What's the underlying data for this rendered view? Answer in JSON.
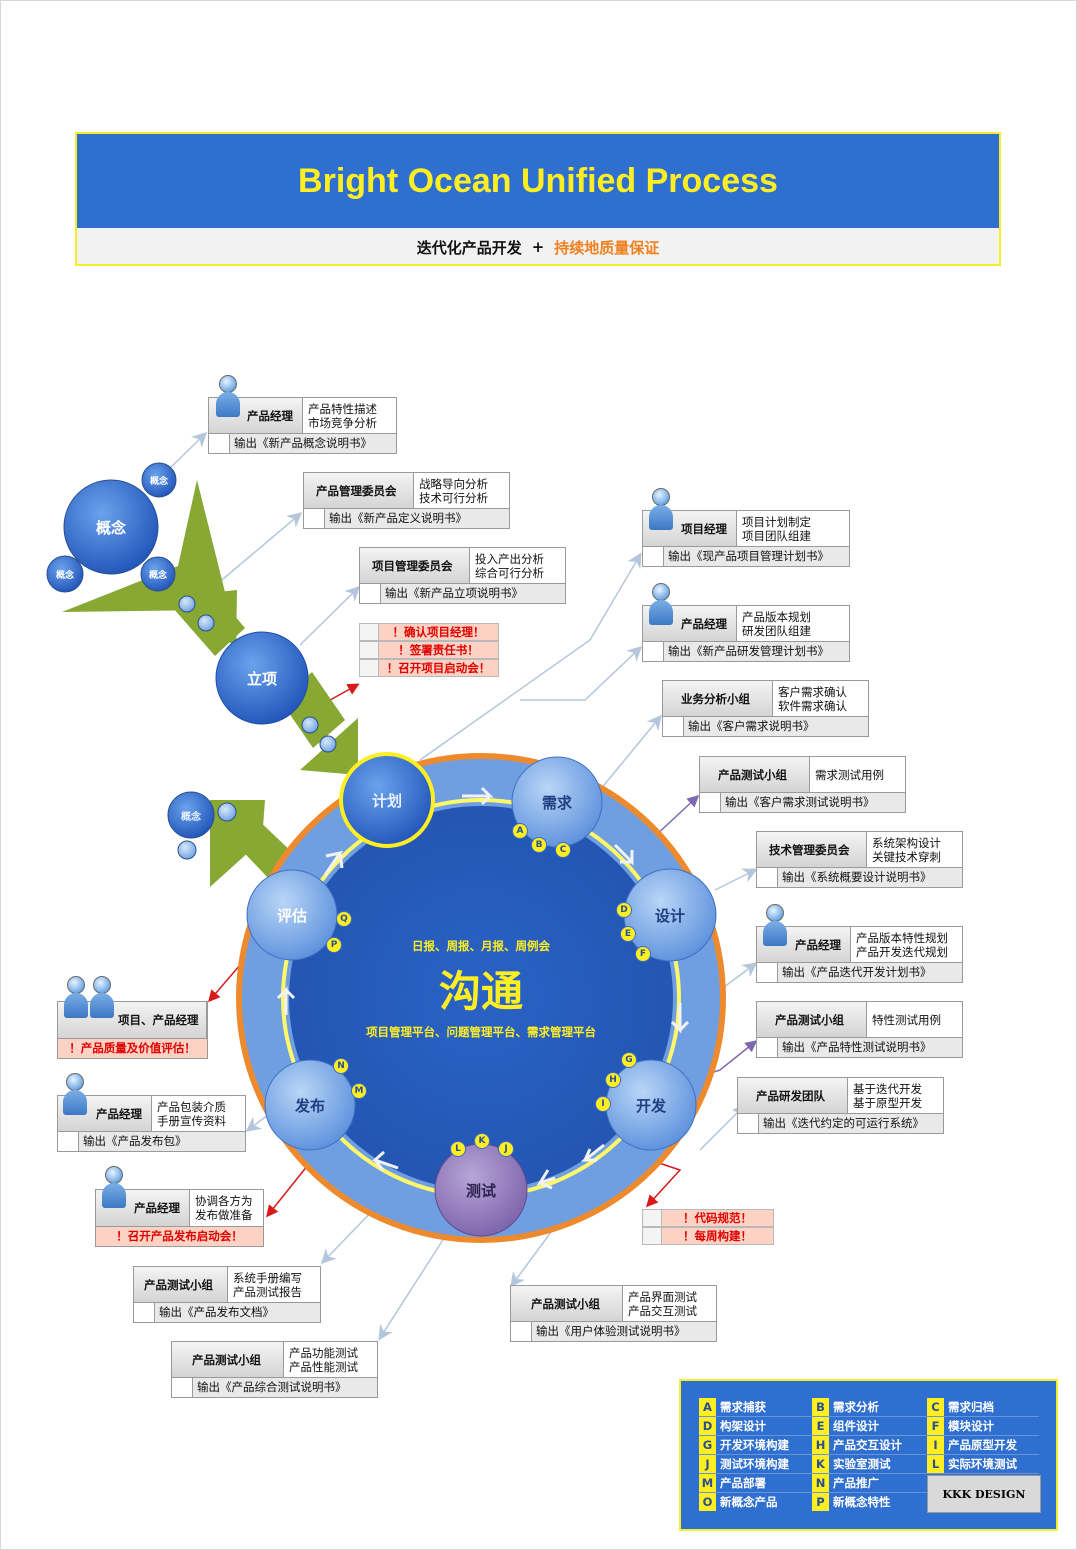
{
  "banner": {
    "title": "Bright Ocean Unified Process",
    "subtitle_left": "迭代化产品开发",
    "plus": "+",
    "subtitle_right": "持续地质量保证"
  },
  "nodes": {
    "concept_main": "概念",
    "concept_small_1": "概念",
    "concept_small_2": "概念",
    "concept_small_3": "概念",
    "initiation": "立项",
    "plan": "计划",
    "requirement": "需求",
    "design": "设计",
    "develop": "开发",
    "test": "测试",
    "release": "发布",
    "evaluate": "评估",
    "concept_return": "概念"
  },
  "center": {
    "reports": "日报、周报、月报、周例会",
    "title": "沟通",
    "platforms": "项目管理平台、问题管理平台、需求管理平台"
  },
  "badges": [
    "A",
    "B",
    "C",
    "D",
    "E",
    "F",
    "G",
    "H",
    "I",
    "J",
    "K",
    "L",
    "M",
    "N",
    "P",
    "Q"
  ],
  "cards": [
    {
      "role": "产品经理",
      "desc": [
        "产品特性描述",
        "市场竞争分析"
      ],
      "output": "输出《新产品概念说明书》"
    },
    {
      "role": "产品管理委员会",
      "desc": [
        "战略导向分析",
        "技术可行分析"
      ],
      "output": "输出《新产品定义说明书》"
    },
    {
      "role": "项目管理委员会",
      "desc": [
        "投入产出分析",
        "综合可行分析"
      ],
      "output": "输出《新产品立项说明书》"
    },
    {
      "role": "项目经理",
      "desc": [
        "项目计划制定",
        "项目团队组建"
      ],
      "output": "输出《现产品项目管理计划书》"
    },
    {
      "role": "产品经理",
      "desc": [
        "产品版本规划",
        "研发团队组建"
      ],
      "output": "输出《新产品研发管理计划书》"
    },
    {
      "role": "业务分析小组",
      "desc": [
        "客户需求确认",
        "软件需求确认"
      ],
      "output": "输出《客户需求说明书》"
    },
    {
      "role": "产品测试小组",
      "desc": [
        "需求测试用例"
      ],
      "output": "输出《客户需求测试说明书》"
    },
    {
      "role": "技术管理委员会",
      "desc": [
        "系统架构设计",
        "关键技术穿刺"
      ],
      "output": "输出《系统概要设计说明书》"
    },
    {
      "role": "产品经理",
      "desc": [
        "产品版本特性规划",
        "产品开发迭代规划"
      ],
      "output": "输出《产品迭代开发计划书》"
    },
    {
      "role": "产品测试小组",
      "desc": [
        "特性测试用例"
      ],
      "output": "输出《产品特性测试说明书》"
    },
    {
      "role": "产品研发团队",
      "desc": [
        "基于迭代开发",
        "基于原型开发"
      ],
      "output": "输出《迭代约定的可运行系统》"
    },
    {
      "role": "产品测试小组",
      "desc": [
        "产品界面测试",
        "产品交互测试"
      ],
      "output": "输出《用户体验测试说明书》"
    },
    {
      "role": "产品测试小组",
      "desc": [
        "产品功能测试",
        "产品性能测试"
      ],
      "output": "输出《产品综合测试说明书》"
    },
    {
      "role": "产品测试小组",
      "desc": [
        "系统手册编写",
        "产品测试报告"
      ],
      "output": "输出《产品发布文档》"
    },
    {
      "role": "产品经理",
      "desc": [
        "产品包装介质",
        "手册宣传资料"
      ],
      "output": "输出《产品发布包》"
    },
    {
      "role": "产品经理",
      "desc": [
        "协调各方为",
        "发布做准备"
      ],
      "alert": "！召开产品发布启动会！"
    },
    {
      "role": "项目、产品经理",
      "desc": [],
      "alert": "！产品质量及价值评估！"
    }
  ],
  "alerts": {
    "initiation": [
      "！确认项目经理！",
      "！签署责任书！",
      "！召开项目启动会！"
    ],
    "develop": [
      "！代码规范！",
      "！每周构建！"
    ]
  },
  "legend": {
    "items": [
      {
        "key": "A",
        "label": "需求捕获"
      },
      {
        "key": "B",
        "label": "需求分析"
      },
      {
        "key": "C",
        "label": "需求归档"
      },
      {
        "key": "D",
        "label": "构架设计"
      },
      {
        "key": "E",
        "label": "组件设计"
      },
      {
        "key": "F",
        "label": "模块设计"
      },
      {
        "key": "G",
        "label": "开发环境构建"
      },
      {
        "key": "H",
        "label": "产品交互设计"
      },
      {
        "key": "I",
        "label": "产品原型开发"
      },
      {
        "key": "J",
        "label": "测试环境构建"
      },
      {
        "key": "K",
        "label": "实验室测试"
      },
      {
        "key": "L",
        "label": "实际环境测试"
      },
      {
        "key": "M",
        "label": "产品部署"
      },
      {
        "key": "N",
        "label": "产品推广"
      },
      {
        "key": "O",
        "label": "新概念产品"
      },
      {
        "key": "P",
        "label": "新概念特性"
      }
    ],
    "brand": "KKK DESIGN"
  },
  "colors": {
    "banner_blue": "#2f6fd0",
    "banner_yellow": "#ffef22",
    "highlight_orange": "#f08020",
    "arrow_green": "#7f9f2a",
    "ring_orange": "#ee8a2e",
    "alert_red": "#e00000"
  }
}
